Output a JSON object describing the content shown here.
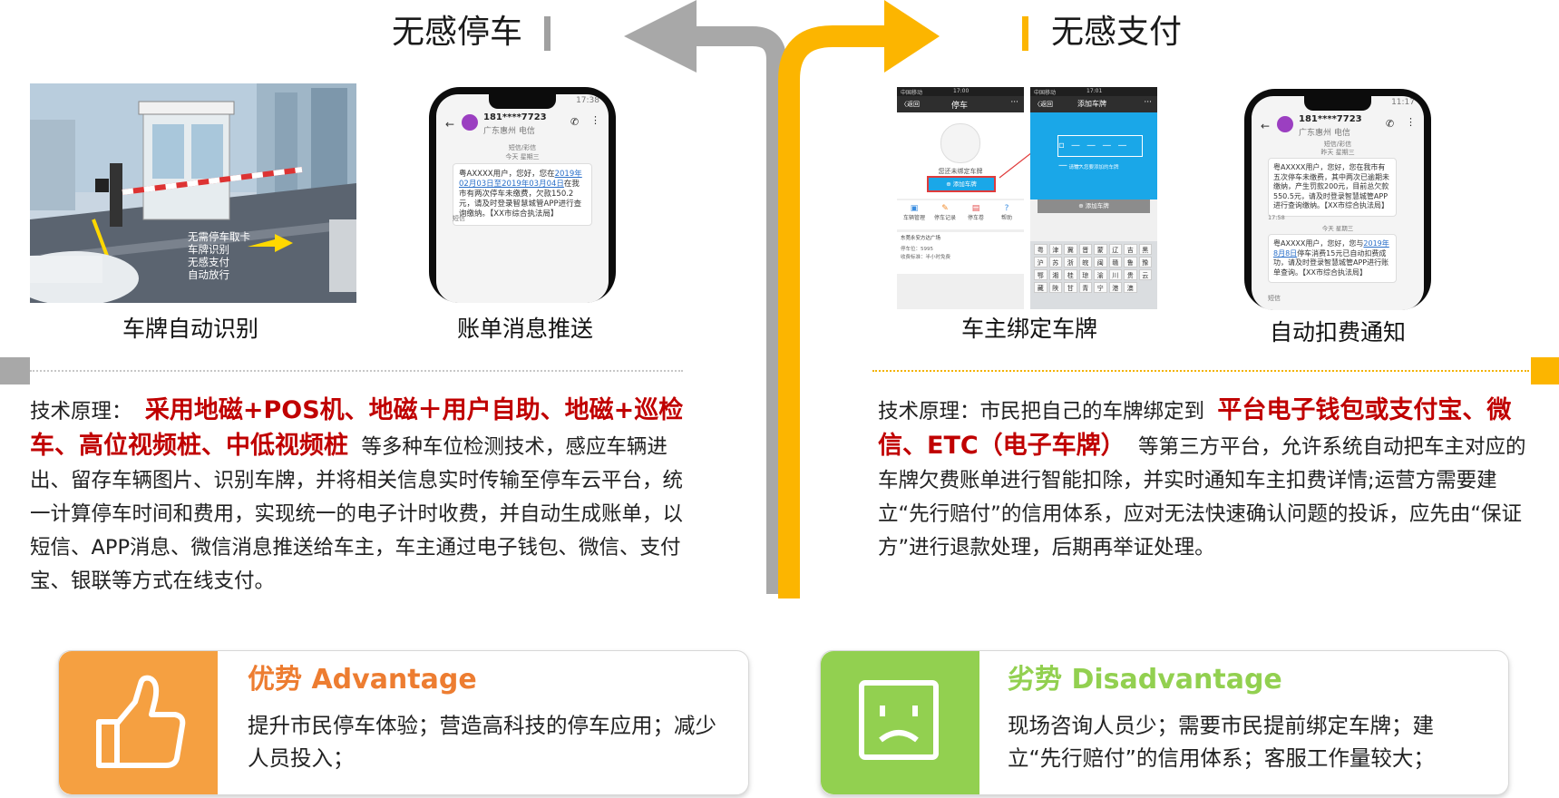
{
  "headings": {
    "left": "无感停车",
    "right": "无感支付"
  },
  "captions": {
    "plate_recognition": "车牌自动识别",
    "bill_push": "账单消息推送",
    "bind_plate": "车主绑定车牌",
    "auto_deduct": "自动扣费通知"
  },
  "scene": {
    "lines": [
      "无需停车取卡",
      "车牌识别",
      "无感支付",
      "自动放行"
    ]
  },
  "phone_left": {
    "time": "17:38",
    "contact": "181****7723",
    "carrier": "广东惠州 电信",
    "sub1": "短信/彩信",
    "sub2": "今天 星期三",
    "msg_a": "粤AXXXX用户，您好，您在",
    "msg_link": "2019年02月03日至2019年03月04日",
    "msg_b": "在我市有两次停车未缴费，欠款150.2元，请及时登录智慧城管APP进行查询缴纳。【XX市综合执法局】",
    "footer": "短信"
  },
  "phone_right": {
    "time": "11:17",
    "contact": "181****7723",
    "carrier": "广东惠州 电信",
    "sub1": "短信/彩信",
    "sub2": "昨天 星期三",
    "msg1": "粤AXXXX用户，您好，您在我市有五次停车未缴费，其中两次已逾期未缴纳，产生罚款200元，目前总欠款550.5元，请及时登录智慧城管APP进行查询缴纳。【XX市综合执法局】",
    "time2": "17:58",
    "sub3": "今天 星期三",
    "msg2_a": "粤AXXXX用户，您好，您与",
    "msg2_link": "2019年8月8日",
    "msg2_b": "停车消费15元已自动扣费成功，请及时登录智慧城管APP进行账单查询。【XX市综合执法局】",
    "footer": "短信"
  },
  "app_screen_1": {
    "status": "中国移动",
    "time": "17:00",
    "back": "〈返回",
    "title": "停车",
    "notice": "您还未绑定车牌",
    "button": "⊕ 添加车牌",
    "menu": [
      "车辆管理",
      "停车记录",
      "停车卷",
      "帮助"
    ],
    "place": "东莞永安方达广场",
    "rows": [
      "停车位：5995",
      "收费标准：半小时免费"
    ]
  },
  "app_screen_2": {
    "status": "中国移动",
    "time": "17:01",
    "back": "〈返回",
    "title": "添加车牌",
    "hint": "请输入您要添加的车牌",
    "button": "⊕ 添加车牌",
    "keys": [
      "粤",
      "津",
      "冀",
      "晋",
      "蒙",
      "辽",
      "吉",
      "黑",
      "沪",
      "苏",
      "浙",
      "皖",
      "闽",
      "赣",
      "鲁",
      "豫",
      "鄂",
      "湘",
      "桂",
      "琼",
      "渝",
      "川",
      "贵",
      "云",
      "藏",
      "陕",
      "甘",
      "青",
      "宁",
      "港",
      "澳"
    ]
  },
  "tech_left": {
    "prefix": "技术原理：",
    "highlight": "采用地磁+POS机、地磁＋用户自助、地磁+巡检车、高位视频桩、中低视频桩",
    "body": "等多种车位检测技术，感应车辆进出、留存车辆图片、识别车牌，并将相关信息实时传输至停车云平台，统一计算停车时间和费用，实现统一的电子计时收费，并自动生成账单，以短信、APP消息、微信消息推送给车主，车主通过电子钱包、微信、支付宝、银联等方式在线支付。"
  },
  "tech_right": {
    "prefix": "技术原理：市民把自己的车牌绑定到",
    "highlight": "平台电子钱包或支付宝、微信、ETC（电子车牌）",
    "body": "等第三方平台，允许系统自动把车主对应的车牌欠费账单进行智能扣除，并实时通知车主扣费详情;运营方需要建立“先行赔付”的信用体系，应对无法快速确认问题的投诉，应先由“保证方”进行退款处理，后期再举证处理。"
  },
  "advantage": {
    "title": "优势 Advantage",
    "body": "提升市民停车体验；营造高科技的停车应用；减少人员投入；"
  },
  "disadvantage": {
    "title": "劣势 Disadvantage",
    "body": "现场咨询人员少；需要市民提前绑定车牌；建立“先行赔付”的信用体系；客服工作量较大；"
  },
  "colors": {
    "accent_red": "#c00000",
    "yellow": "#fcb500",
    "grey": "#a0a0a0",
    "orange": "#f5a041",
    "green": "#92d050",
    "orange_title": "#ed7d31",
    "green_title": "#92d050",
    "app_blue": "#1aa7e8"
  }
}
